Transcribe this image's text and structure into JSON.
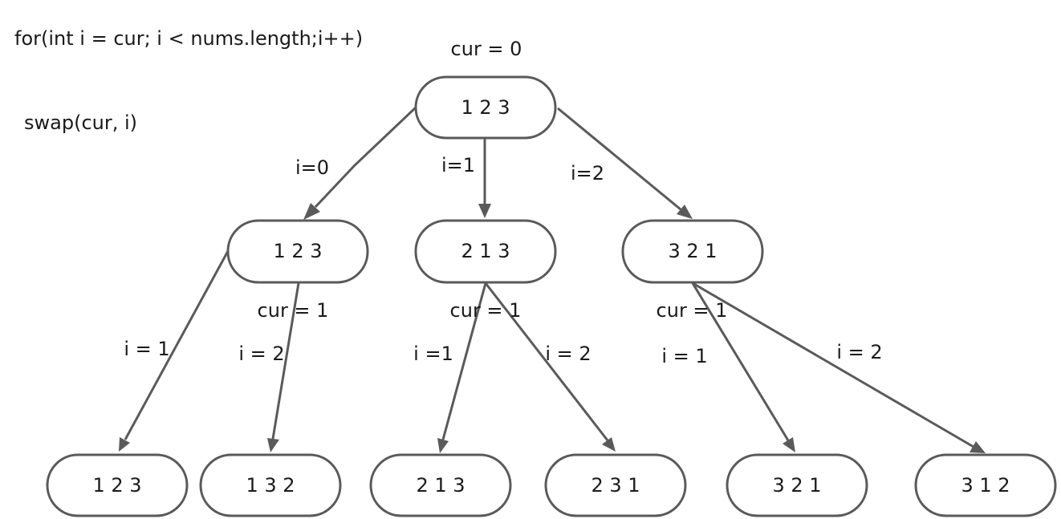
{
  "notes": {
    "loop": "for(int i = cur; i < nums.length;i++)",
    "swap": "swap(cur, i)"
  },
  "cur_labels": {
    "root": "cur = 0",
    "left": "cur = 1",
    "middle": "cur = 1",
    "right": "cur = 1"
  },
  "nodes": {
    "root": "1 2 3",
    "level1": [
      "1 2 3",
      "2 1 3",
      "3 2 1"
    ],
    "level2": [
      "1 2 3",
      "1 3 2",
      "2 1 3",
      "2 3 1",
      "3 2 1",
      "3 1 2"
    ]
  },
  "edge_labels": {
    "root": [
      "i=0",
      "i=1",
      "i=2"
    ],
    "left": [
      "i = 1",
      "i = 2"
    ],
    "middle": [
      "i =1",
      "i = 2"
    ],
    "right": [
      "i = 1",
      "i = 2"
    ]
  },
  "colors": {
    "stroke": "#5a5a5a",
    "text": "#1a1a1a",
    "background": "#ffffff"
  }
}
